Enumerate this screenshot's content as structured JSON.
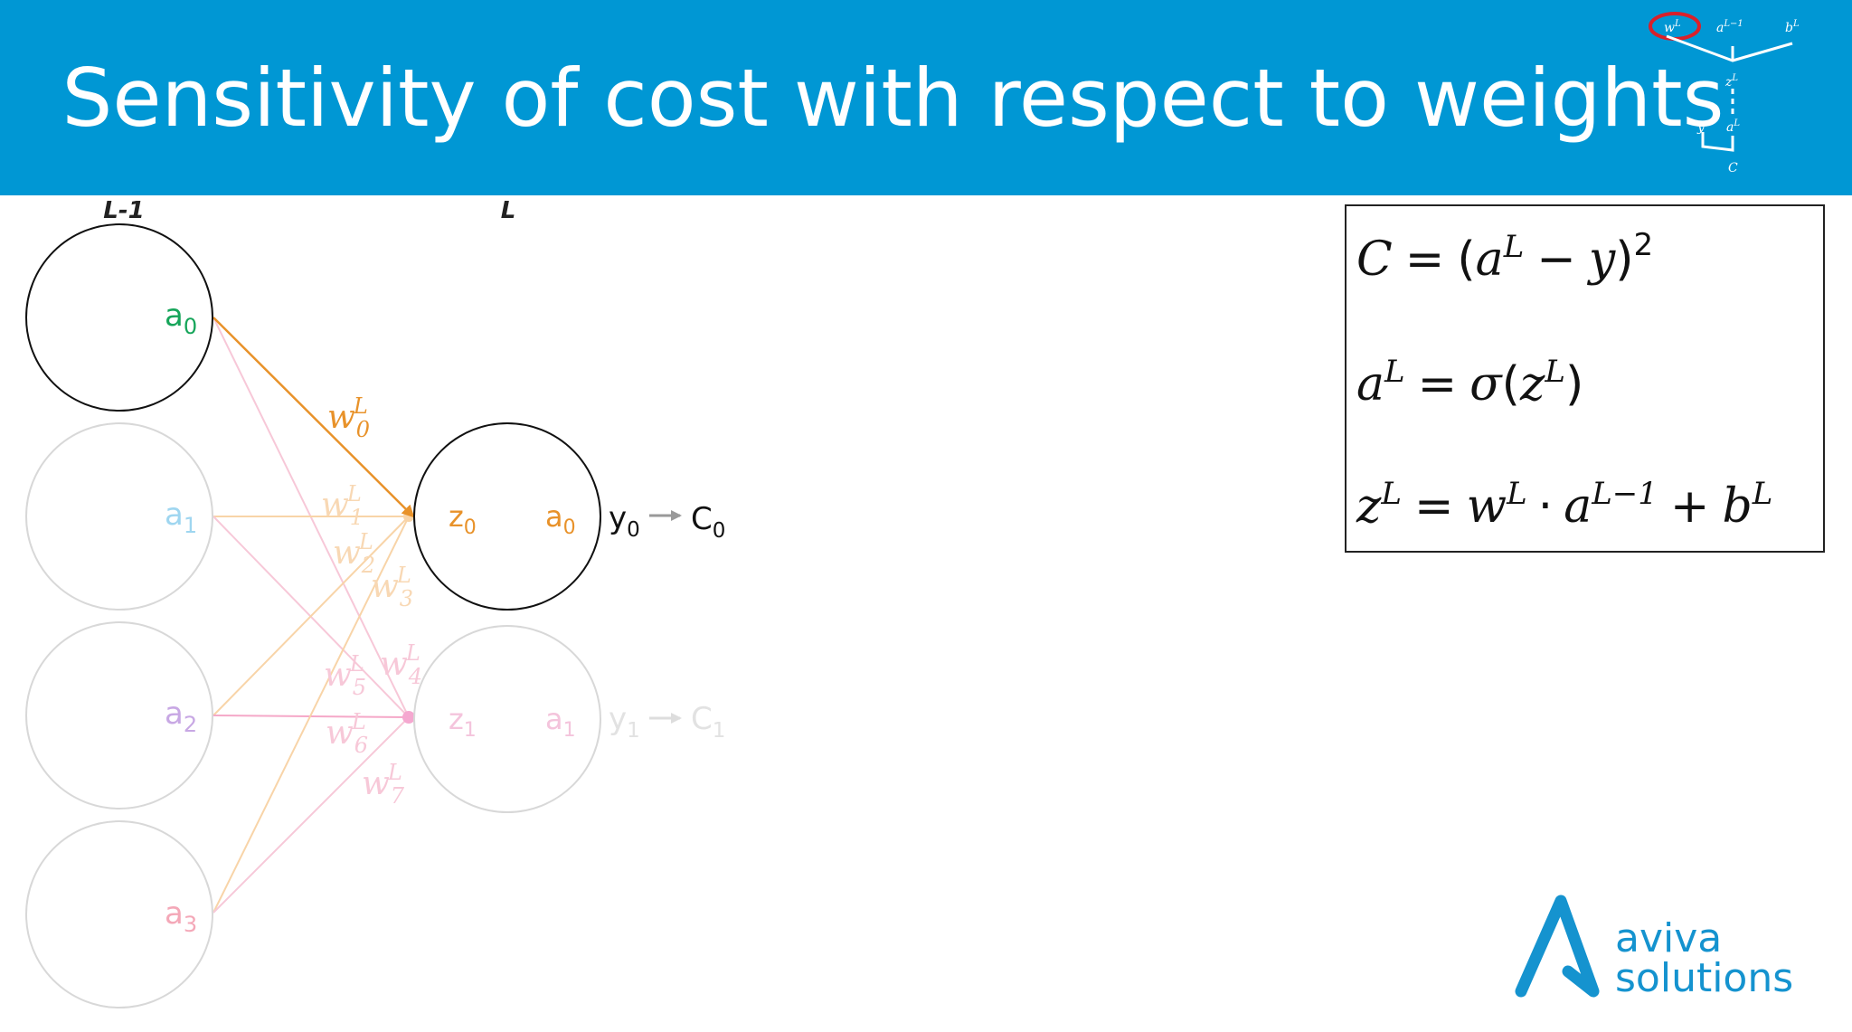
{
  "slide": {
    "title": "Sensitivity of cost with respect to weights"
  },
  "mini_tree": {
    "w": "w",
    "w_sup": "L",
    "a_prev": "a",
    "a_prev_sup": "L−1",
    "b": "b",
    "b_sup": "L",
    "z": "z",
    "z_sup": "L",
    "y": "y",
    "a": "a",
    "a_sup": "L",
    "c": "C"
  },
  "network": {
    "layer_prev_label": "L-1",
    "layer_label": "L",
    "input_nodes": [
      {
        "base": "a",
        "sub": "0"
      },
      {
        "base": "a",
        "sub": "1"
      },
      {
        "base": "a",
        "sub": "2"
      },
      {
        "base": "a",
        "sub": "3"
      }
    ],
    "output_nodes": [
      {
        "z": "z",
        "z_sub": "0",
        "a": "a",
        "a_sub": "0",
        "y": "y",
        "y_sub": "0",
        "c": "C",
        "c_sub": "0"
      },
      {
        "z": "z",
        "z_sub": "1",
        "a": "a",
        "a_sub": "1",
        "y": "y",
        "y_sub": "1",
        "c": "C",
        "c_sub": "1"
      }
    ],
    "weights": [
      {
        "base": "w",
        "sub": "0",
        "sup": "L"
      },
      {
        "base": "w",
        "sub": "1",
        "sup": "L"
      },
      {
        "base": "w",
        "sub": "2",
        "sup": "L"
      },
      {
        "base": "w",
        "sub": "3",
        "sup": "L"
      },
      {
        "base": "w",
        "sub": "4",
        "sup": "L"
      },
      {
        "base": "w",
        "sub": "5",
        "sup": "L"
      },
      {
        "base": "w",
        "sub": "6",
        "sup": "L"
      },
      {
        "base": "w",
        "sub": "7",
        "sup": "L"
      }
    ]
  },
  "equations": {
    "eq1": {
      "lhs": "C",
      "eq": "=",
      "open": "(",
      "a": "a",
      "a_sup": "L",
      "minus": "−",
      "y": "y",
      "close": ")",
      "sq": "2"
    },
    "eq2": {
      "a": "a",
      "a_sup": "L",
      "eq": "=",
      "sigma": "σ",
      "open": "(",
      "z": "z",
      "z_sup": "L",
      "close": ")"
    },
    "eq3": {
      "z": "z",
      "z_sup": "L",
      "eq": "=",
      "w": "w",
      "w_sup": "L",
      "dot": "·",
      "a": "a",
      "a_sup": "L−1",
      "plus": "+",
      "b": "b",
      "b_sup": "L"
    }
  },
  "logo": {
    "line1": "aviva",
    "line2": "solutions"
  },
  "colors": {
    "header_bg": "#0097d4",
    "active_edge": "#e8922a",
    "input_active": "#16a55a",
    "logo": "#1593cf"
  }
}
